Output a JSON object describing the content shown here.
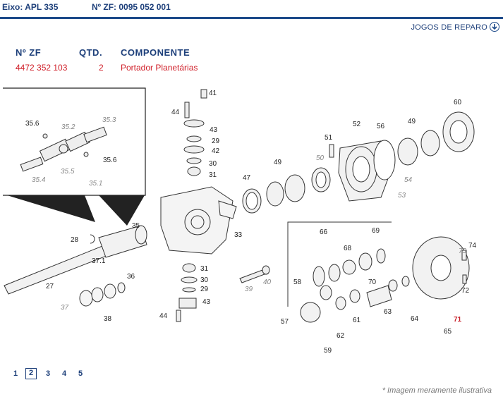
{
  "header": {
    "eixo": "Eixo: APL 335",
    "nzf": "Nº ZF: 0095 052 001"
  },
  "repair_link": {
    "label": "JOGOS DE REPARO"
  },
  "table": {
    "headers": [
      "Nº ZF",
      "QTD.",
      "COMPONENTE"
    ],
    "row": {
      "zf": "4472 352 103",
      "qtd": "2",
      "componente": "Portador Planetárias"
    }
  },
  "diagram": {
    "callouts": [
      "41",
      "44",
      "43",
      "29",
      "42",
      "30",
      "31",
      "35.6",
      "35.2",
      "35.3",
      "35.6",
      "35.4",
      "35.5",
      "35.1",
      "47",
      "49",
      "50",
      "51",
      "52",
      "56",
      "49",
      "60",
      "54",
      "53",
      "35",
      "28",
      "33",
      "66",
      "69",
      "68",
      "70",
      "74",
      "73",
      "72",
      "58",
      "57",
      "59",
      "62",
      "61",
      "63",
      "64",
      "65",
      "71",
      "27",
      "37.1",
      "36",
      "37",
      "38",
      "31",
      "30",
      "29",
      "39",
      "40",
      "43",
      "44"
    ],
    "highlight_callout": "71"
  },
  "pager": {
    "pages": [
      "1",
      "2",
      "3",
      "4",
      "5"
    ],
    "current": "2"
  },
  "footnote": "* Imagem meramente ilustrativa",
  "colors": {
    "brand_blue": "#1d4a8a",
    "accent_red": "#d0202a"
  }
}
